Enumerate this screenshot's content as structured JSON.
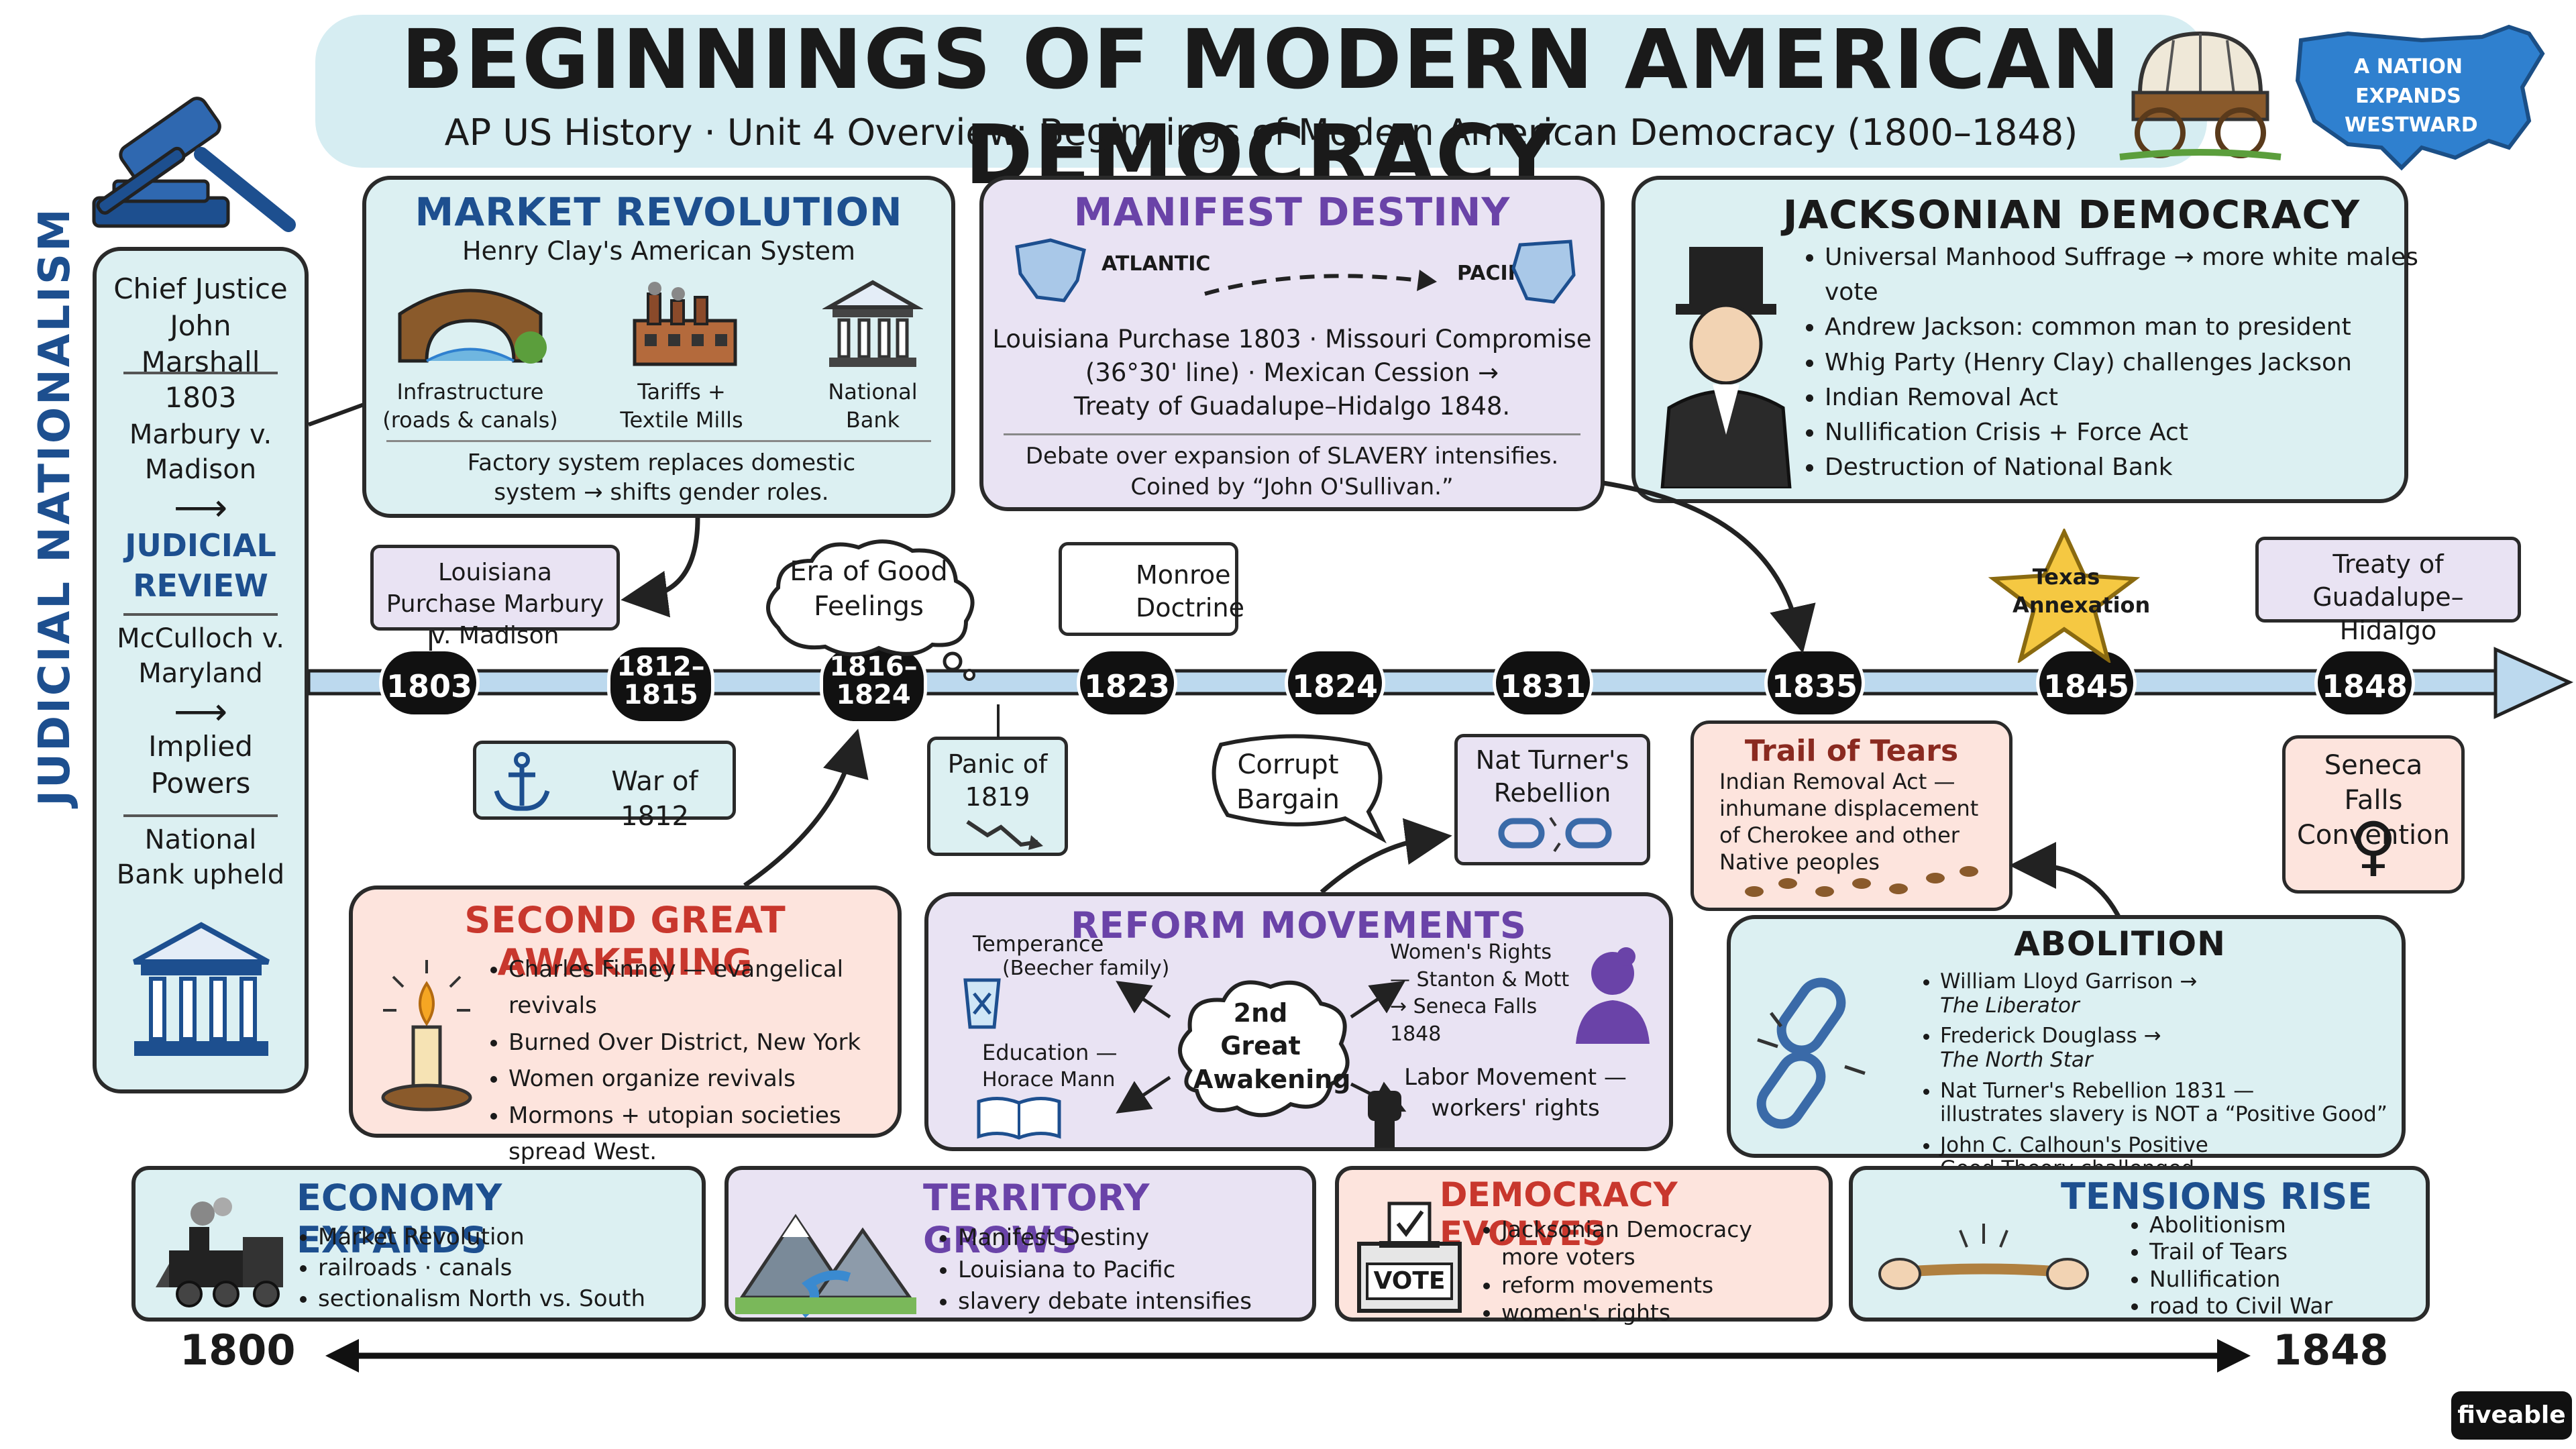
{
  "title": "BEGINNINGS OF MODERN AMERICAN DEMOCRACY",
  "subtitle": "AP US History · Unit 4 Overview: Beginnings of Modern American Democracy (1800–1848)",
  "map_badge": "A NATION EXPANDS WESTWARD",
  "side_title": "JUDICIAL NATIONALISM",
  "marshall": {
    "name": "Chief Justice John Marshall",
    "case1_year": "1803",
    "case1": "Marbury v. Madison",
    "result1": "JUDICIAL REVIEW",
    "case2": "McCulloch v. Maryland",
    "result2": "Implied Powers",
    "bank": "National Bank upheld"
  },
  "market": {
    "title": "MARKET REVOLUTION",
    "subtitle": "Henry Clay's American System",
    "icon1": "Infrastructure (roads & canals)",
    "icon2": "Tariffs + Textile Mills",
    "icon3": "National Bank",
    "footer": "Factory system replaces domestic system → shifts gender roles."
  },
  "manifest": {
    "title": "MANIFEST DESTINY",
    "atlantic": "ATLANTIC",
    "pacific": "PACIFIC",
    "line1": "Louisiana Purchase 1803 · Missouri Compromise",
    "line2": "(36°30' line) · Mexican Cession →",
    "line3": "Treaty of Guadalupe–Hidalgo 1848.",
    "footer1": "Debate over expansion of SLAVERY intensifies.",
    "footer2": "Coined by “John O'Sullivan.”"
  },
  "jackson": {
    "title": "JACKSONIAN DEMOCRACY",
    "items": [
      "Universal Manhood Suffrage → more white males vote",
      "Andrew Jackson: common man to president",
      "Whig Party (Henry Clay) challenges Jackson",
      "Indian Removal Act",
      "Nullification Crisis + Force Act",
      "Destruction of National Bank"
    ]
  },
  "timeline": {
    "nodes": [
      "1803",
      "1812–1815",
      "1816–1824",
      "1823",
      "1824",
      "1831",
      "1835",
      "1845",
      "1848"
    ],
    "above": {
      "louisiana": "Louisiana Purchase Marbury v. Madison",
      "era": "Era of Good Feelings",
      "monroe": "Monroe Doctrine",
      "texas": "Texas Annexation",
      "treaty": "Treaty of Guadalupe–Hidalgo"
    },
    "below": {
      "war": "War of 1812",
      "panic": "Panic of 1819",
      "corrupt": "Corrupt Bargain",
      "turner": "Nat Turner's Rebellion",
      "seneca": "Seneca Falls Convention"
    }
  },
  "trail": {
    "title": "Trail of Tears",
    "text": "Indian Removal Act — inhumane displacement of Cherokee and other Native peoples"
  },
  "awakening": {
    "title": "SECOND GREAT AWAKENING",
    "items": [
      "Charles Finney — evangelical revivals",
      "Burned Over District, New York",
      "Women organize revivals",
      "Mormons + utopian societies spread West."
    ]
  },
  "reform": {
    "title": "REFORM MOVEMENTS",
    "temperance": "Temperance",
    "temperance_sub": "(Beecher family)",
    "education": "Education —",
    "education_sub": "Horace Mann",
    "center": "2nd Great Awakening",
    "women": "Women's Rights — Stanton & Mott → Seneca Falls 1848",
    "labor": "Labor Movement — workers' rights"
  },
  "abolition": {
    "title": "ABOLITION",
    "items": [
      {
        "main": "William Lloyd Garrison →",
        "sub": "The Liberator"
      },
      {
        "main": "Frederick Douglass →",
        "sub": "The North Star"
      },
      {
        "main": "Nat Turner's Rebellion 1831 —",
        "sub": "illustrates slavery is NOT a “Positive Good”"
      },
      {
        "main": "John C. Calhoun's Positive",
        "sub": "Good Theory challenged."
      }
    ]
  },
  "bottom": {
    "economy": {
      "title": "ECONOMY EXPANDS",
      "items": [
        "Market Revolution",
        "railroads · canals",
        "sectionalism North vs. South"
      ]
    },
    "territory": {
      "title": "TERRITORY GROWS",
      "items": [
        "Manifest Destiny",
        "Louisiana to Pacific",
        "slavery debate intensifies"
      ]
    },
    "democracy": {
      "title": "DEMOCRACY EVOLVES",
      "items": [
        "Jacksonian Democracy more voters",
        "reform movements",
        "women's rights"
      ],
      "vote": "VOTE"
    },
    "tensions": {
      "title": "TENSIONS RISE",
      "items": [
        "Abolitionism",
        "Trail of Tears",
        "Nullification",
        "road to Civil War"
      ]
    }
  },
  "range": {
    "start": "1800",
    "end": "1848"
  },
  "brand": "fiveable",
  "colors": {
    "teal": "#dcf0f2",
    "lavender": "#e9e3f3",
    "peach": "#fde4dd",
    "blue": "#1d4f8f",
    "purple": "#6a43a8",
    "red": "#c8372d"
  }
}
